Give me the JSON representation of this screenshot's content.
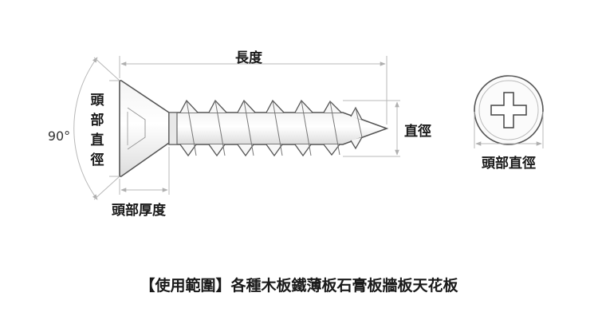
{
  "labels": {
    "length": "長度",
    "head_diameter_vertical": [
      "頭",
      "部",
      "直",
      "徑"
    ],
    "angle": "90°",
    "diameter": "直徑",
    "head_thickness": "頭部厚度",
    "head_diameter": "頭部直徑"
  },
  "caption": "【使用範圍】各種木板鐵薄板石膏板牆板天花板",
  "colors": {
    "dimension_line": "#b8b8b8",
    "outline": "#555555",
    "text": "#1a1a1a"
  }
}
